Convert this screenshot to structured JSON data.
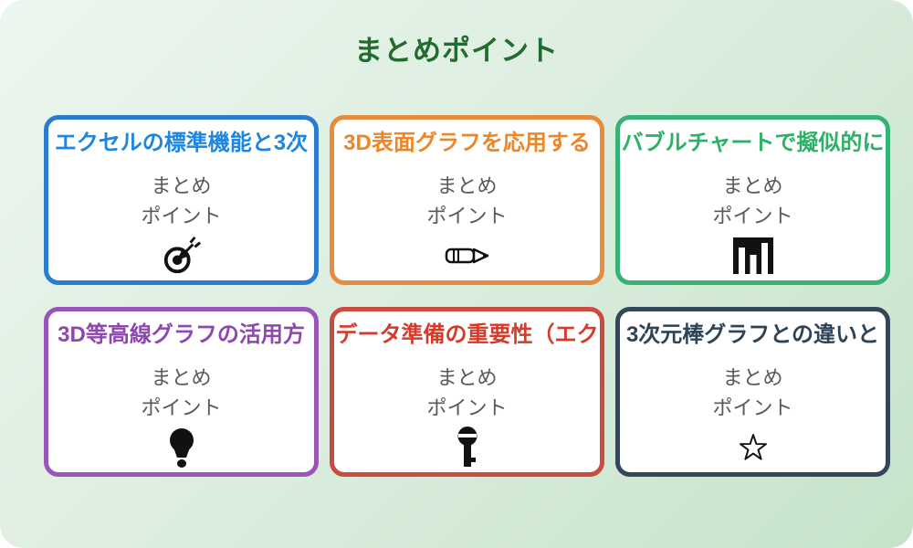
{
  "page": {
    "title": "まとめポイント",
    "title_color": "#226c2e",
    "background_gradient": [
      "#edf6ee",
      "#c6e3c9"
    ],
    "subtitle_line1": "まとめ",
    "subtitle_line2": "ポイント"
  },
  "cards": [
    {
      "title": "エクセルの標準機能と3次",
      "border_color": "#2b7cce",
      "title_color": "#1e86de",
      "icon": "dart-target-icon"
    },
    {
      "title": "3D表面グラフを応用する",
      "border_color": "#e78b3c",
      "title_color": "#ee8526",
      "icon": "pencil-icon"
    },
    {
      "title": "バブルチャートで擬似的に",
      "border_color": "#38b274",
      "title_color": "#2cb167",
      "icon": "bar-chart-icon"
    },
    {
      "title": "3D等高線グラフの活用方",
      "border_color": "#9a55b8",
      "title_color": "#8e47ae",
      "icon": "lightbulb-icon"
    },
    {
      "title": "データ準備の重要性（エク",
      "border_color": "#c84c3f",
      "title_color": "#d43b2b",
      "icon": "key-icon"
    },
    {
      "title": "3次元棒グラフとの違いと",
      "border_color": "#33465a",
      "title_color": "#2e4456",
      "icon": "star-icon"
    }
  ]
}
